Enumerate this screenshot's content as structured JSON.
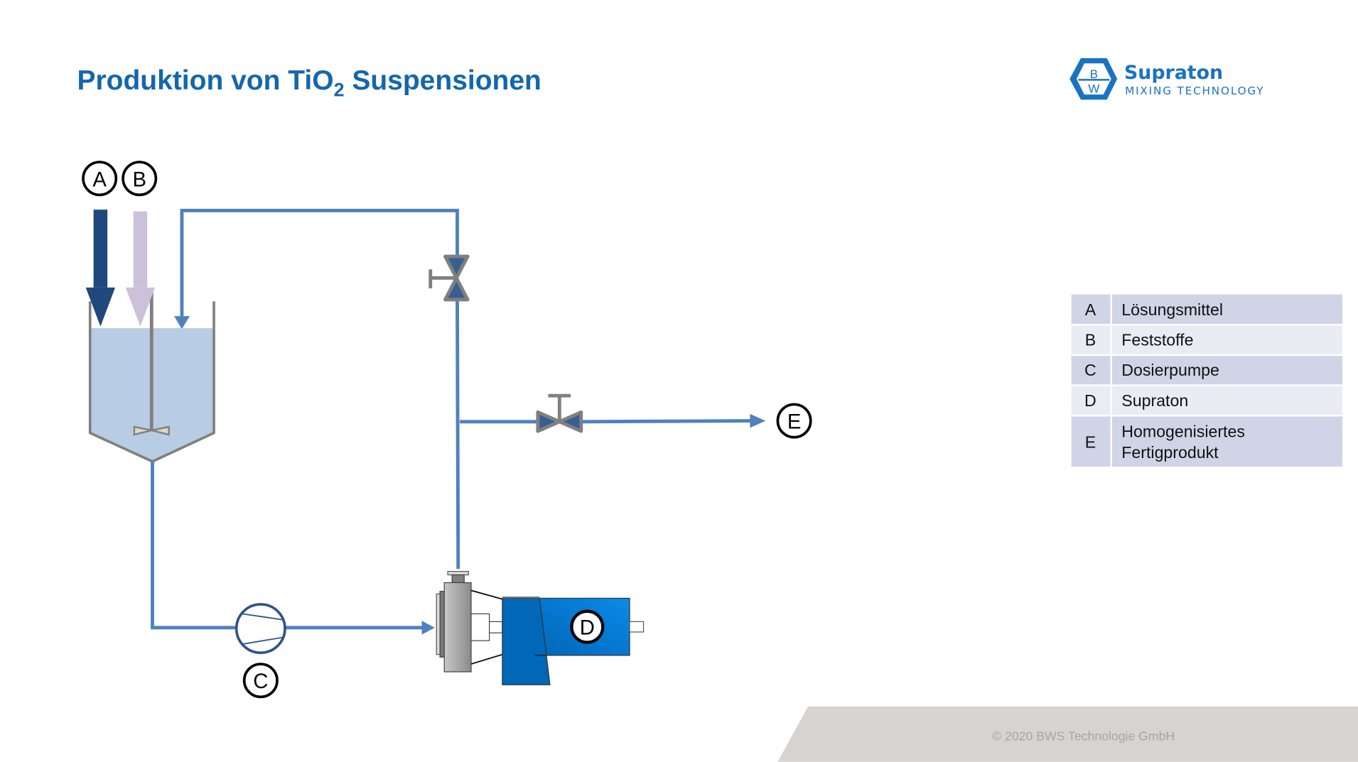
{
  "header": {
    "title_main": "Produktion von TiO",
    "title_sub": "2",
    "title_rest": " Suspensionen"
  },
  "logo": {
    "mark_top": "B",
    "mark_bottom": "W",
    "brand": "Supraton",
    "tagline": "MIXING TECHNOLOGY"
  },
  "diagram": {
    "labels": {
      "a": "A",
      "b": "B",
      "c": "C",
      "d": "D",
      "e": "E"
    },
    "colors": {
      "pipe": "#4f81bd",
      "solvent": "#1f497d",
      "solids": "#ccc1da",
      "liquid": "#b8cce4",
      "tank": "#808080",
      "supraton": "#0070c0"
    }
  },
  "legend": {
    "rows": [
      {
        "key": "A",
        "line1": "Lösungsmittel",
        "line2": ""
      },
      {
        "key": "B",
        "line1": "Feststoffe",
        "line2": ""
      },
      {
        "key": "C",
        "line1": "Dosierpumpe",
        "line2": ""
      },
      {
        "key": "D",
        "line1": "Supraton",
        "line2": ""
      },
      {
        "key": "E",
        "line1": "Homogenisiertes",
        "line2": "Fertigprodukt"
      }
    ]
  },
  "footer": {
    "copyright": "© 2020 BWS Technologie GmbH"
  }
}
